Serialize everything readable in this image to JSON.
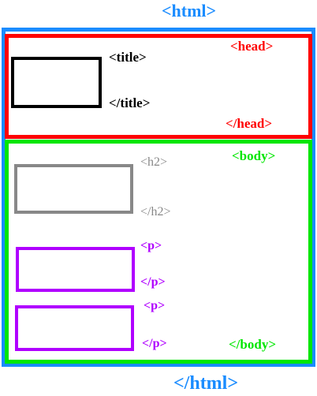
{
  "colors": {
    "html": "#1a8cff",
    "head": "#ff0000",
    "title": "#000000",
    "body": "#00e600",
    "h2": "#888888",
    "p": "#b000ff"
  },
  "html": {
    "open_tag": "<html>",
    "close_tag": "</html>"
  },
  "head": {
    "open_tag": "<head>",
    "close_tag": "</head>"
  },
  "title": {
    "open_tag": "<title>",
    "close_tag": "</title>"
  },
  "body": {
    "open_tag": "<body>",
    "close_tag": "</body>"
  },
  "h2": {
    "open_tag": "<h2>",
    "close_tag": "</h2>"
  },
  "paragraphs": [
    {
      "open_tag": "<p>",
      "close_tag": "</p>"
    },
    {
      "open_tag": "<p>",
      "close_tag": "</p>"
    }
  ]
}
